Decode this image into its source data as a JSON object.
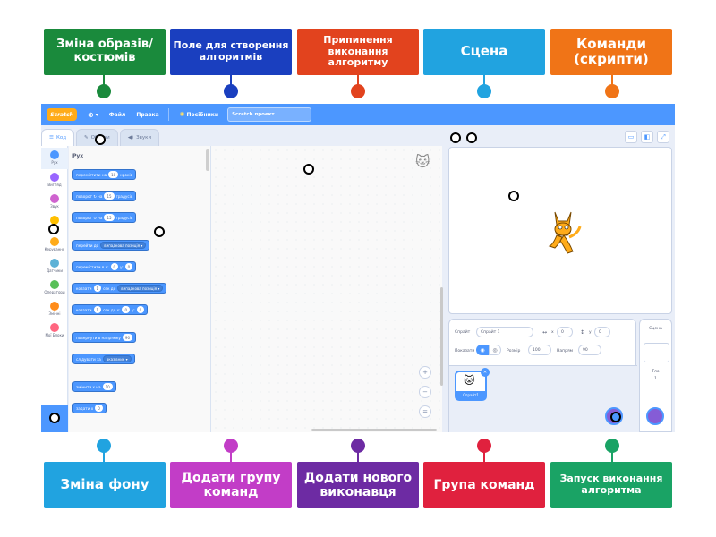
{
  "callouts_top": [
    {
      "text": "Зміна образів/костюмів",
      "color": "#1a8a3c"
    },
    {
      "text": "Поле для створення алгоритмів",
      "color": "#1a3fbf"
    },
    {
      "text": "Припинення виконання алгоритму",
      "color": "#e2431e"
    },
    {
      "text": "Сцена",
      "color": "#21a3e0"
    },
    {
      "text": "Команди (скрипти)",
      "color": "#f07417"
    }
  ],
  "callouts_bottom": [
    {
      "text": "Зміна фону",
      "color": "#21a3e0"
    },
    {
      "text": "Додати групу команд",
      "color": "#c23dc7"
    },
    {
      "text": "Додати нового виконавця",
      "color": "#6d2ba3"
    },
    {
      "text": "Група команд",
      "color": "#e0213e"
    },
    {
      "text": "Запуск виконання алгоритма",
      "color": "#1aa365"
    }
  ],
  "menubar": {
    "logo": "Scratch",
    "globe_icon": "globe-icon",
    "file": "Файл",
    "edit": "Правка",
    "tutorials": "Посібники",
    "project_title": "Scratch проект"
  },
  "tabs": {
    "code": "Код",
    "costumes": "Образи",
    "sounds": "Звуки"
  },
  "categories": [
    {
      "label": "Рух",
      "color": "#4c97ff"
    },
    {
      "label": "Вигляд",
      "color": "#9966ff"
    },
    {
      "label": "Звук",
      "color": "#cf63cf"
    },
    {
      "label": "Події",
      "color": "#ffbf00"
    },
    {
      "label": "Керування",
      "color": "#ffab19"
    },
    {
      "label": "Датчики",
      "color": "#5cb1d6"
    },
    {
      "label": "Оператори",
      "color": "#59c059"
    },
    {
      "label": "Змінні",
      "color": "#ff8c1a"
    },
    {
      "label": "Мої Блоки",
      "color": "#ff6680"
    }
  ],
  "palette": {
    "title": "Рух",
    "blocks": [
      {
        "text": "перемістити на",
        "value": "10",
        "suffix": "кроків"
      },
      {
        "text": "поворот ↻ на",
        "value": "15",
        "suffix": "градусів"
      },
      {
        "text": "поворот ↺ на",
        "value": "15",
        "suffix": "градусів"
      },
      {
        "text": "перейти до",
        "dropdown": "випадкова позиція ▾"
      },
      {
        "text": "перемістити в x:",
        "value": "0",
        "suffix": "y:",
        "value2": "0"
      },
      {
        "text": "ковзати",
        "value": "1",
        "suffix": "сек до",
        "dropdown": "випадкова позиція ▾"
      },
      {
        "text": "ковзати",
        "value": "1",
        "suffix": "сек до x:",
        "value2": "0",
        "suffix2": "y:",
        "value3": "0"
      },
      {
        "text": "повернути в напрямку",
        "value": "90"
      },
      {
        "text": "слідувати за",
        "dropdown": "вказівник ▾"
      },
      {
        "text": "змінити х на",
        "value": "10"
      },
      {
        "text": "задати х",
        "value": "0"
      }
    ]
  },
  "sprite_info": {
    "sprite_label": "Спрайт",
    "sprite_name": "Спрайт 1",
    "x_label": "x",
    "x_value": "0",
    "y_label": "y",
    "y_value": "0",
    "show_label": "Показати",
    "size_label": "Розмір",
    "size_value": "100",
    "direction_label": "Напрям",
    "direction_value": "90",
    "thumb_name": "Спрайт1"
  },
  "stage_pane": {
    "title": "Сцена",
    "backdrops_label": "Тло",
    "backdrops_count": "1"
  },
  "zoom": {
    "in": "+",
    "out": "−",
    "reset": "="
  }
}
